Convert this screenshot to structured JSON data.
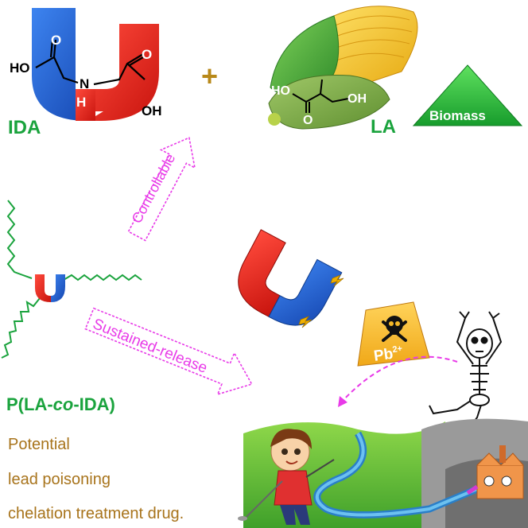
{
  "molecules": {
    "ida_label": "IDA",
    "la_label": "LA",
    "ida_atoms": {
      "ho": "HO",
      "o1": "O",
      "n": "N",
      "h": "H",
      "o2": "O",
      "oh": "OH"
    },
    "la_atoms": {
      "ho": "HO",
      "oh": "OH",
      "o": "O"
    }
  },
  "plus_sign": "+",
  "biomass_label": "Biomass",
  "arrows": {
    "controllable": "Controllable",
    "sustained_release": "Sustained-release"
  },
  "polymer": {
    "prefix": "P(LA-",
    "italic": "co",
    "suffix": "-IDA)"
  },
  "toxin_label": {
    "base": "Pb",
    "sup": "2+"
  },
  "description_lines": [
    "Potential",
    "lead poisoning",
    "chelation treatment drug."
  ],
  "colors": {
    "green_text": "#1aa33d",
    "gold_text": "#a8741c",
    "magnet_red": "#e8231b",
    "magnet_blue": "#1f5fd1",
    "arrow_magenta": "#e83ae8",
    "chain_green": "#1aa33d"
  }
}
